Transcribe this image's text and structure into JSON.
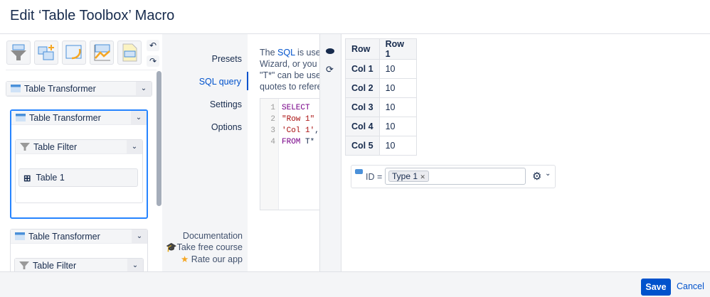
{
  "title": "Edit ‘Table Toolbox’ Macro",
  "toolbar": {
    "tools": [
      "table-filter-icon",
      "pivot-table-icon",
      "table-transformer-icon",
      "chart-from-table-icon",
      "spreadsheet-icon"
    ],
    "undo": "↶",
    "redo": "↷"
  },
  "tree": {
    "item1": "Table Transformer",
    "item2": "Table Transformer",
    "item2_child": "Table Filter",
    "item2_leaf": "Table 1",
    "item3": "Table Transformer",
    "item3_child": "Table Filter"
  },
  "nav": {
    "items": [
      "Presets",
      "SQL query",
      "Settings",
      "Options"
    ],
    "active": "SQL query",
    "links": {
      "documentation": "Documentation",
      "course": "Take free course",
      "rate": "Rate our app"
    }
  },
  "sql": {
    "desc_pre": "The ",
    "desc_link": "SQL",
    "desc_post": " is used t",
    "desc_line2": "Wizard, or you ca",
    "desc_line3": "\"T*\" can be used",
    "desc_line4": "quotes to referen",
    "line_numbers": [
      "1",
      "2",
      "3",
      "4"
    ]
  },
  "preview": {
    "headers": [
      "Row",
      "Row 1"
    ],
    "rows": [
      [
        "Col 1",
        "10"
      ],
      [
        "Col 2",
        "10"
      ],
      [
        "Col 3",
        "10"
      ],
      [
        "Col 4",
        "10"
      ],
      [
        "Col 5",
        "10"
      ]
    ],
    "filter_label": "ID =",
    "filter_tag": "Type 1",
    "tag_remove": "✕"
  },
  "footer": {
    "save": "Save",
    "cancel": "Cancel"
  },
  "colors": {
    "primary": "#0052cc",
    "accent": "#f5a623"
  }
}
